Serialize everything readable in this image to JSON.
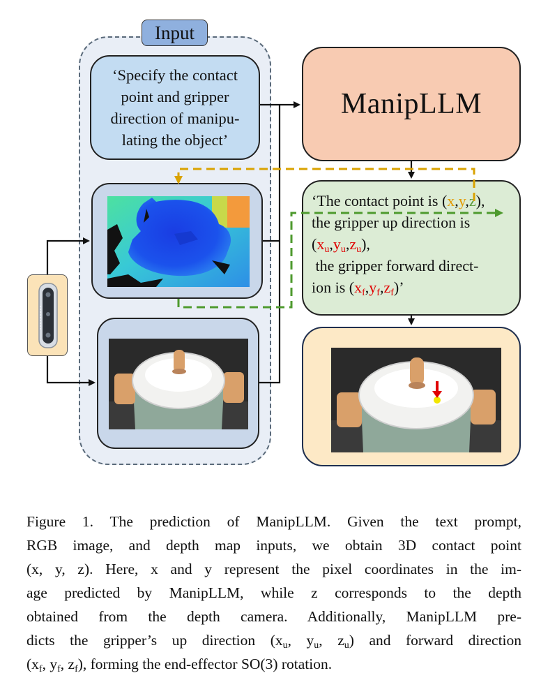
{
  "input_label": "Input",
  "prompt_lines": [
    "‘Specify the contact",
    "point and gripper",
    "direction of manipu-",
    "lating the object’"
  ],
  "model_name": "ManipLLM",
  "response": {
    "l1_pre": "‘The contact point is (",
    "x": "x",
    "comma1": ",",
    "y": "y",
    "comma2": ",",
    "z": "z",
    "l1_post": "),",
    "l2": "the gripper up direction is",
    "l3_open": "(",
    "xu_base": "x",
    "u": "u",
    "c3": ",",
    "yu_base": "y",
    "c4": ",",
    "zu_base": "z",
    "l3_close": "),",
    "l4": " the gripper forward direct-",
    "l5_pre": "ion is (",
    "xf_base": "x",
    "f": "f",
    "c5": ",",
    "yf_base": "y",
    "c6": ",",
    "zf_base": "z",
    "l5_close": ")’"
  },
  "colors": {
    "x": "#e39a00",
    "y": "#e39a00",
    "z": "#5a9a3b",
    "gripper_vec": "#e00000",
    "arrow_orange": "#d9a200",
    "arrow_green": "#4e9a2e"
  },
  "icons": [
    "depth-camera-icon",
    "depth-map-image",
    "rgb-pot-image",
    "prediction-pot-image",
    "red-down-arrow-icon"
  ],
  "caption": {
    "lines": [
      [
        "Figure 1.  The prediction of ManipLLM. Given the text prompt,"
      ],
      [
        "RGB image, and depth map inputs, we obtain 3D contact point"
      ],
      [
        "(x, y, z). Here, x and y represent the pixel coordinates in the im-"
      ],
      [
        "age predicted by ManipLLM, while z corresponds to the depth"
      ],
      [
        "obtained from the depth camera.  Additionally, ManipLLM pre-"
      ],
      [
        "dicts the gripper’s up direction (x",
        "u",
        ", y",
        "u",
        ", z",
        "u",
        ") and forward direction"
      ],
      [
        "(x",
        "f",
        ", y",
        "f",
        ", z",
        "f",
        "), forming the end-effector SO(3) rotation."
      ]
    ]
  }
}
